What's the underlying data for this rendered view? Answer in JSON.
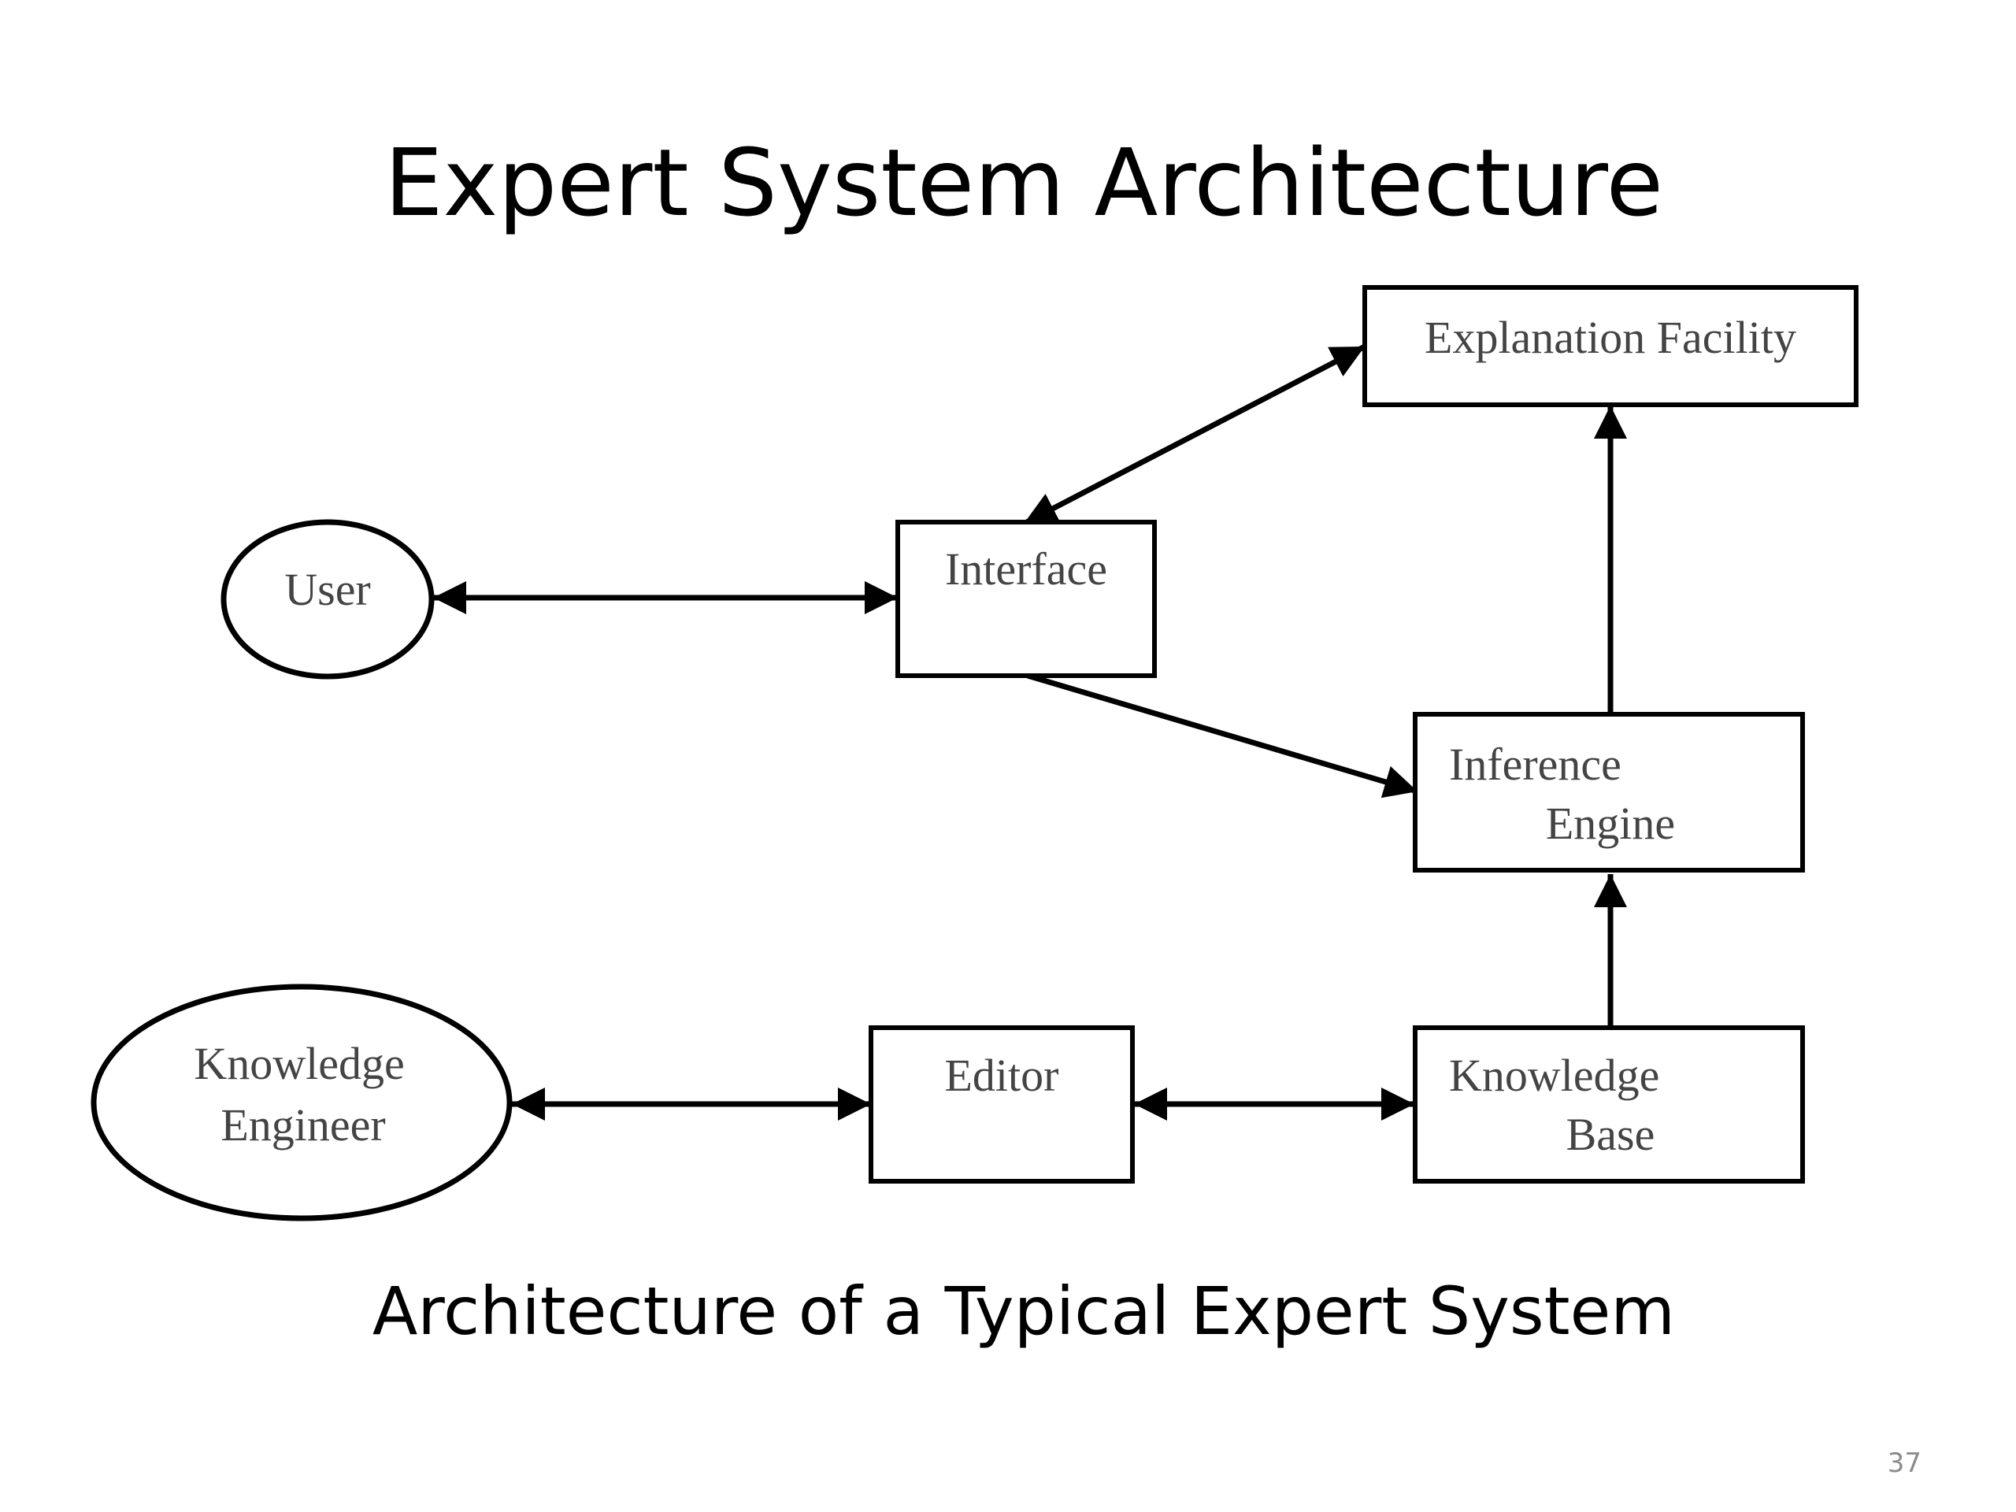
{
  "slide": {
    "title": "Expert System Architecture",
    "caption": "Architecture of a Typical Expert System",
    "page_number": "37"
  },
  "diagram": {
    "nodes": {
      "user": {
        "lines": [
          "User"
        ]
      },
      "knowledge_engineer": {
        "lines": [
          "Knowledge",
          "Engineer"
        ]
      },
      "interface": {
        "lines": [
          "Interface"
        ]
      },
      "explanation_facility": {
        "lines": [
          "Explanation Facility"
        ]
      },
      "inference_engine": {
        "lines": [
          "Inference",
          "Engine"
        ]
      },
      "editor": {
        "lines": [
          "Editor"
        ]
      },
      "knowledge_base": {
        "lines": [
          "Knowledge",
          "Base"
        ]
      }
    },
    "edges": [
      {
        "from": "user",
        "to": "interface",
        "bidirectional": true
      },
      {
        "from": "interface",
        "to": "explanation_facility",
        "bidirectional": true
      },
      {
        "from": "interface",
        "to": "inference_engine",
        "bidirectional": false
      },
      {
        "from": "inference_engine",
        "to": "explanation_facility",
        "bidirectional": false
      },
      {
        "from": "knowledge_engineer",
        "to": "editor",
        "bidirectional": true
      },
      {
        "from": "editor",
        "to": "knowledge_base",
        "bidirectional": true
      },
      {
        "from": "knowledge_base",
        "to": "inference_engine",
        "bidirectional": false
      }
    ]
  }
}
